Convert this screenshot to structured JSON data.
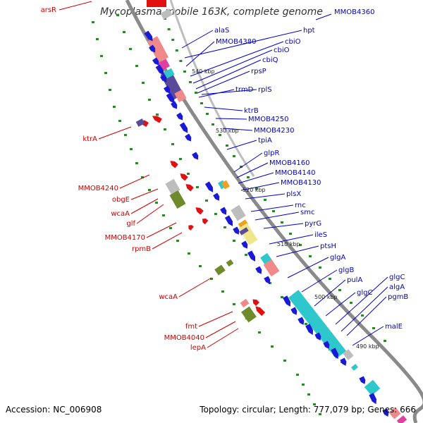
{
  "title": "Mycoplasma mobile 163K, complete genome",
  "footer": {
    "accession": "Accession: NC_006908",
    "summary": "Topology: circular; Length: 777,079 bp; Genes: 666"
  },
  "colors": {
    "forward_cds": "#1a1ad6",
    "reverse_cds": "#e01010",
    "forward_label": "#0000cc",
    "reverse_label": "#cc0000",
    "backbone": "#7a7a7a",
    "gc_dots": "#2a8a2a",
    "rna_cyan": "#2ec8cc",
    "cog_salmon": "#f08a8a",
    "cog_purple": "#5a4a9a",
    "cog_olive": "#6f8a2a",
    "cog_gray": "#bdbdbd",
    "cog_yellow": "#f0e68c",
    "cog_orange": "#f0a020",
    "cog_magenta": "#e040a0"
  },
  "ticks": [
    "540 kbp",
    "530 kbp",
    "520 kbp",
    "510 kbp",
    "500 kbp",
    "490 kbp"
  ],
  "forward_genes": [
    "MMOB4360",
    "alaS",
    "hpt",
    "MMOB4380",
    "cbiO",
    "cbiO",
    "cbiQ",
    "rpsP",
    "trmD",
    "rplS",
    "ktrB",
    "MMOB4250",
    "MMOB4230",
    "tpiA",
    "glpR",
    "MMOB4160",
    "MMOB4140",
    "MMOB4130",
    "plsX",
    "rnc",
    "smc",
    "pyrG",
    "ileS",
    "ptsH",
    "glgA",
    "glgB",
    "pulA",
    "glgC",
    "glgC",
    "algA",
    "pgmB",
    "malE"
  ],
  "reverse_genes": [
    "arsR",
    "ktrA",
    "MMOB4240",
    "obgE",
    "wcaA",
    "glf",
    "MMOB4170",
    "rpmB",
    "wcaA",
    "fmt",
    "MMOB4040",
    "lepA"
  ]
}
